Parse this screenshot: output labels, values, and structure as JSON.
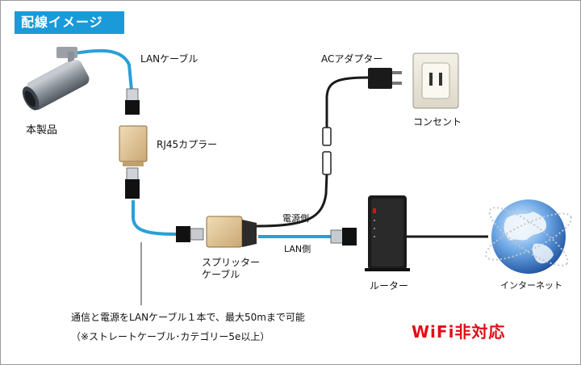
{
  "title": "配線イメージ",
  "labels": {
    "lan_cable": "LANケーブル",
    "product": "本製品",
    "rj45_coupler": "RJ45カプラー",
    "ac_adapter": "ACアダプター",
    "outlet": "コンセント",
    "power_side": "電源側",
    "lan_side": "LAN側",
    "splitter_line1": "スプリッター",
    "splitter_line2": "ケーブル",
    "router": "ルーター",
    "internet": "インターネット"
  },
  "notes": {
    "line1": "通信と電源をLANケーブル１本で、最大50mまで可能",
    "line2": "（※ストレートケーブル･カテゴリー5e以上）"
  },
  "badge": "WiFi非対応",
  "colors": {
    "title_bg": "#1a9ad9",
    "cable_blue": "#2a9fd8",
    "cable_black": "#1a1a1a",
    "badge_red": "#e30d17"
  }
}
